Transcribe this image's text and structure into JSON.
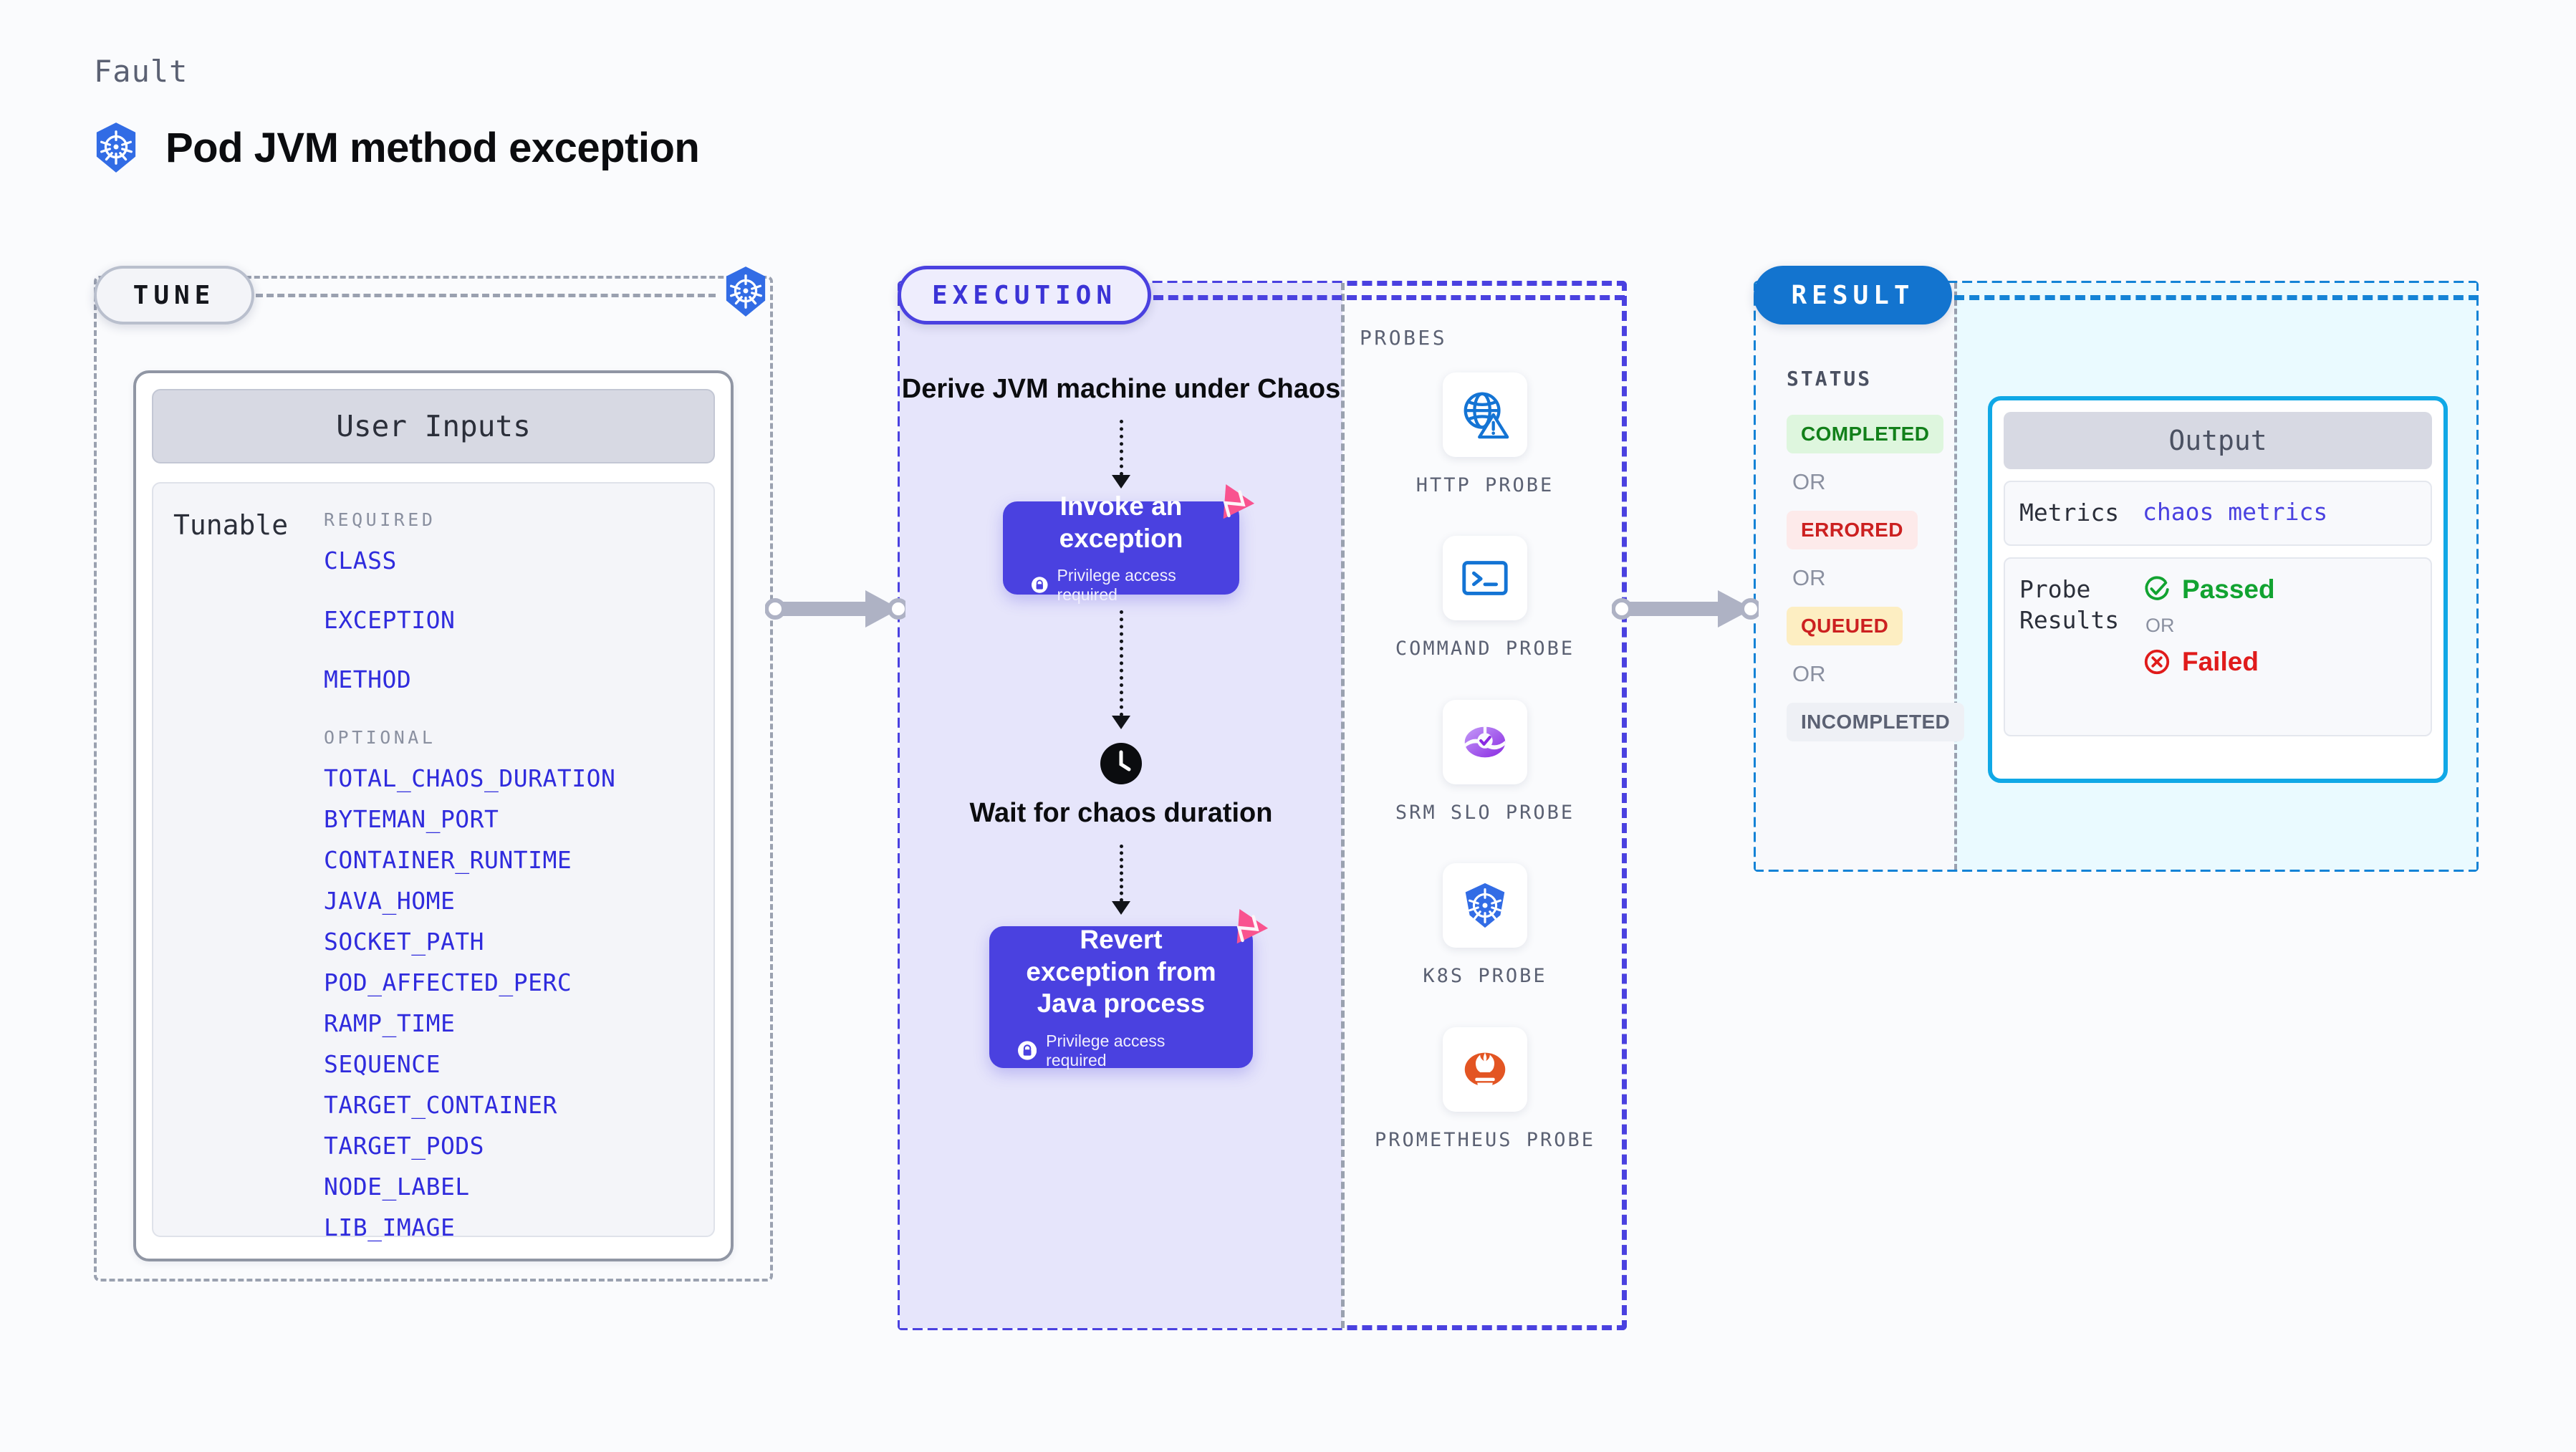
{
  "header": {
    "kicker": "Fault",
    "title": "Pod JVM method exception",
    "logo_icon": "kubernetes-icon"
  },
  "tune": {
    "badge": "TUNE",
    "edge_icon": "kubernetes-icon",
    "card": {
      "header": "User Inputs",
      "row_label": "Tunable",
      "required_label": "REQUIRED",
      "optional_label": "OPTIONAL",
      "required": [
        "CLASS",
        "EXCEPTION",
        "METHOD"
      ],
      "optional": [
        "TOTAL_CHAOS_DURATION",
        "BYTEMAN_PORT",
        "CONTAINER_RUNTIME",
        "JAVA_HOME",
        "SOCKET_PATH",
        "POD_AFFECTED_PERC",
        "RAMP_TIME",
        "SEQUENCE",
        "TARGET_CONTAINER",
        "TARGET_PODS",
        "NODE_LABEL",
        "LIB_IMAGE"
      ]
    }
  },
  "execution": {
    "badge": "EXECUTION",
    "steps": [
      {
        "kind": "text",
        "label": "Derive JVM machine under Chaos"
      },
      {
        "kind": "card",
        "label": "Invoke an exception",
        "note": "Privilege access required",
        "note_icon": "lock-icon",
        "corner_icon": "litmus-chaos-icon"
      },
      {
        "kind": "clock",
        "icon": "clock-icon",
        "label": "Wait for chaos duration"
      },
      {
        "kind": "card",
        "label": "Revert exception from Java process",
        "note": "Privilege access required",
        "note_icon": "lock-icon",
        "corner_icon": "litmus-chaos-icon"
      }
    ]
  },
  "probes": {
    "label": "PROBES",
    "items": [
      {
        "name": "HTTP PROBE",
        "icon": "globe-warning-icon"
      },
      {
        "name": "COMMAND PROBE",
        "icon": "terminal-icon"
      },
      {
        "name": "SRM SLO PROBE",
        "icon": "srm-slo-icon"
      },
      {
        "name": "K8S PROBE",
        "icon": "kubernetes-icon"
      },
      {
        "name": "PROMETHEUS PROBE",
        "icon": "prometheus-icon"
      }
    ]
  },
  "result": {
    "badge": "RESULT",
    "status_label": "STATUS",
    "or_label": "OR",
    "statuses": [
      {
        "label": "COMPLETED",
        "bg": "#def6de",
        "fg": "#12801a"
      },
      {
        "label": "ERRORED",
        "bg": "#fdeaea",
        "fg": "#cc2020"
      },
      {
        "label": "QUEUED",
        "bg": "#fdeec2",
        "fg": "#cc2020"
      },
      {
        "label": "INCOMPLETED",
        "bg": "#eef0f5",
        "fg": "#5b6173"
      }
    ],
    "output": {
      "header": "Output",
      "metrics_key": "Metrics",
      "metrics_value": "chaos metrics",
      "probe_key": "Probe Results",
      "passed": "Passed",
      "failed": "Failed",
      "or_label": "OR",
      "passed_icon": "check-circle-icon",
      "failed_icon": "x-circle-icon"
    }
  },
  "colors": {
    "brand_purple": "#4a41e0",
    "k8s_blue": "#326ce5",
    "result_blue": "#1374cf",
    "output_cyan": "#10a8e6",
    "litmus_pink": "#f9538f",
    "param_blue": "#2f2bdd",
    "pass_green": "#12a331",
    "fail_red": "#e01b1b"
  },
  "connectors": {
    "arrow_1": "tune-to-execution",
    "arrow_2": "execution-to-result"
  }
}
